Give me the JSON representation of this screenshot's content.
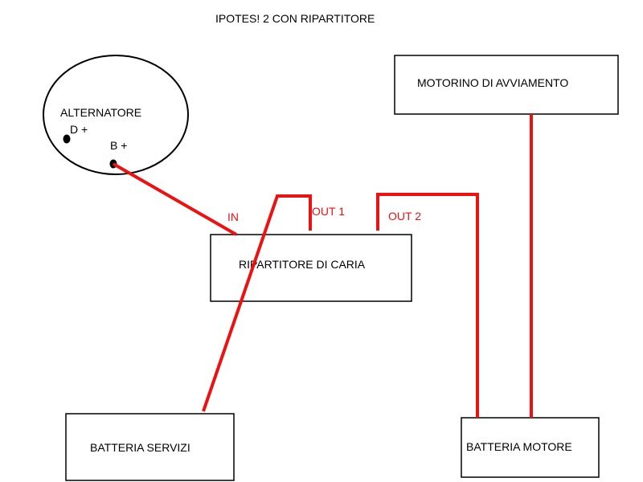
{
  "title": "IPOTES! 2 CON RIPARTITORE",
  "colors": {
    "wire": "#ee1111",
    "outline": "#000000",
    "background": "#ffffff"
  },
  "components": {
    "alternator": {
      "label": "ALTERNATORE",
      "terminal_d": "D +",
      "terminal_b": "B +"
    },
    "starter_motor": {
      "label": "MOTORINO DI AVVIAMENTO"
    },
    "splitter": {
      "label": "RIPARTITORE DI CARIA",
      "input_label": "IN",
      "output1_label": "OUT 1",
      "output2_label": "OUT 2"
    },
    "service_battery": {
      "label": "BATTERIA SERVIZI"
    },
    "engine_battery": {
      "label": "BATTERIA MOTORE"
    }
  }
}
